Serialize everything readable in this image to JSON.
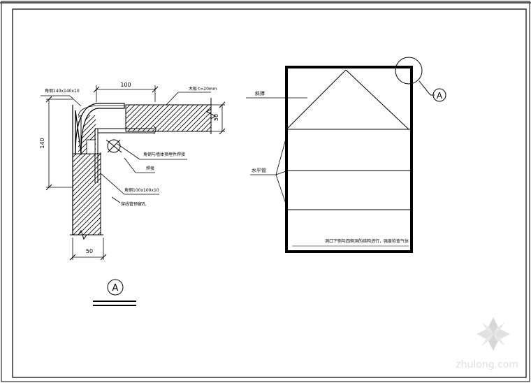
{
  "detail": {
    "dim_top": "100",
    "dim_left": "140",
    "dim_right": "50",
    "dim_bottom": "50",
    "label_angle_top": "角钢140x140x10",
    "label_wood": "木板 t=20mm",
    "label_fix": "角钢与墙体预埋件焊接",
    "label_weld": "焊接",
    "label_angle_bottom": "角钢100x100x10",
    "label_pipe": "穿线管预留孔"
  },
  "plan": {
    "label_slope": "斜撑",
    "label_horizontal": "水平管",
    "note": "洞口下侧与四侧洞的结构进行，强度检查气体"
  },
  "callout": {
    "marker": "A",
    "section_marker": "A"
  },
  "watermark": {
    "text": "zhulong.com"
  }
}
